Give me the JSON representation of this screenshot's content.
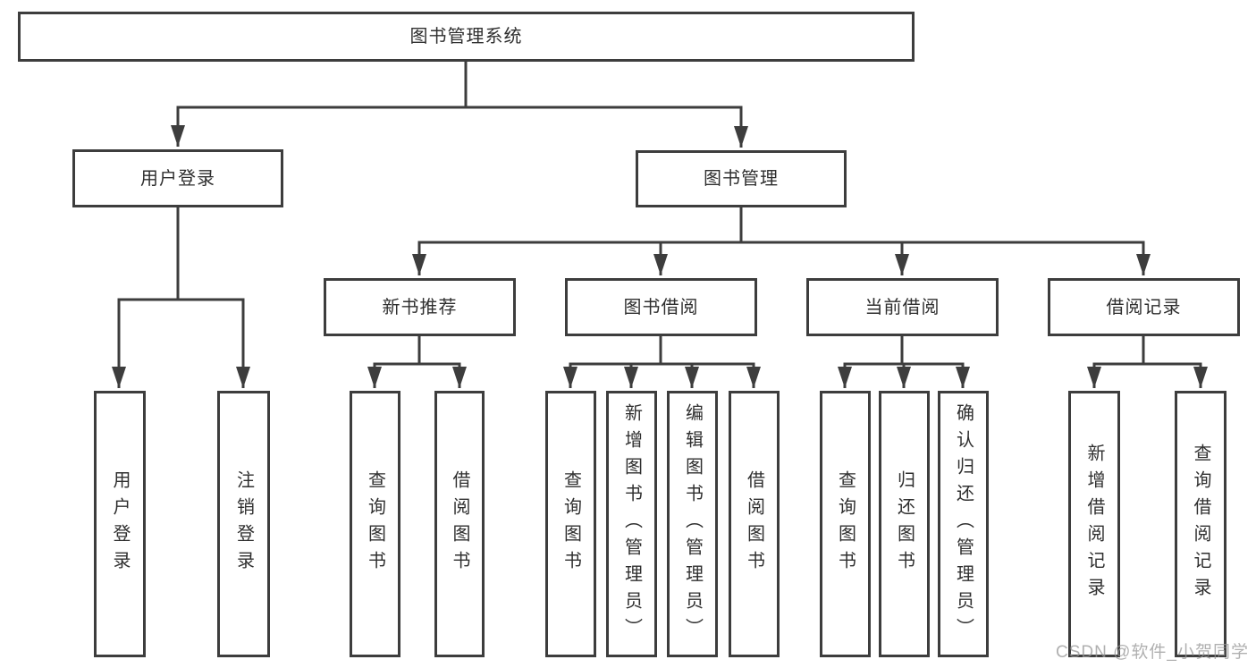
{
  "diagram": {
    "type": "hierarchy-tree",
    "colors": {
      "line": "#3d3d3d",
      "box_border": "#3d3d3d",
      "box_background": "#ffffff",
      "text": "#2f2f2f",
      "watermark": "#969696"
    },
    "root": {
      "label": "图书管理系统"
    },
    "level2": [
      {
        "label": "用户登录"
      },
      {
        "label": "图书管理"
      }
    ],
    "level3": [
      {
        "label": "新书推荐"
      },
      {
        "label": "图书借阅"
      },
      {
        "label": "当前借阅"
      },
      {
        "label": "借阅记录"
      }
    ],
    "leaves": {
      "user_login": [
        {
          "label": "用户登录"
        },
        {
          "label": "注销登录"
        }
      ],
      "new_book_recommend": [
        {
          "label": "查询图书"
        },
        {
          "label": "借阅图书"
        }
      ],
      "book_borrow": [
        {
          "label": "查询图书"
        },
        {
          "label": "新增图书（管理员）"
        },
        {
          "label": "编辑图书（管理员）"
        },
        {
          "label": "借阅图书"
        }
      ],
      "current_borrow": [
        {
          "label": "查询图书"
        },
        {
          "label": "归还图书"
        },
        {
          "label": "确认归还（管理员）"
        }
      ],
      "borrow_records": [
        {
          "label": "新增借阅记录"
        },
        {
          "label": "查询借阅记录"
        }
      ]
    },
    "watermark": "CSDN @软件_小贺同学"
  }
}
